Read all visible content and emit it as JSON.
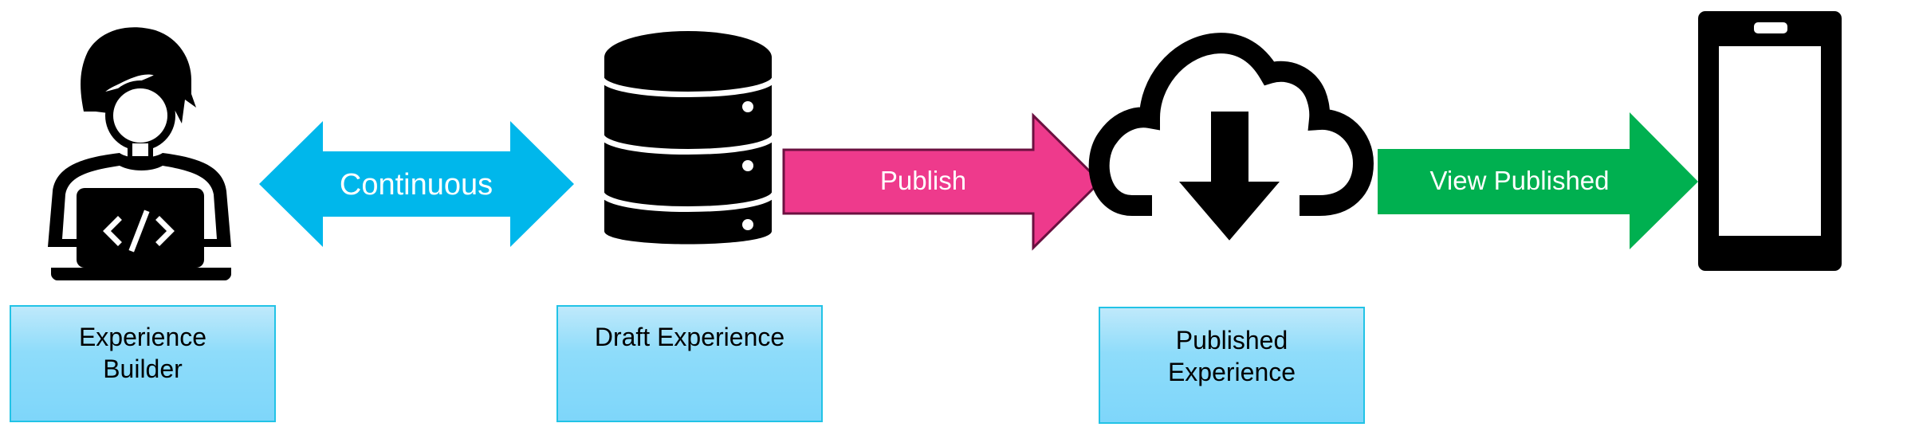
{
  "diagram": {
    "nodes": [
      {
        "id": "builder",
        "icon": "developer-laptop-icon",
        "caption_lines": [
          "Experience",
          "Builder"
        ]
      },
      {
        "id": "draft",
        "icon": "database-icon",
        "caption_lines": [
          "Draft Experience"
        ]
      },
      {
        "id": "published",
        "icon": "cloud-download-icon",
        "caption_lines": [
          "Published",
          "Experience"
        ]
      },
      {
        "id": "device",
        "icon": "mobile-phone-icon",
        "caption_lines": []
      }
    ],
    "edges": [
      {
        "from": "builder",
        "to": "draft",
        "label": "Continuous",
        "style": "double-arrow",
        "color": "#00b7eb"
      },
      {
        "from": "draft",
        "to": "published",
        "label": "Publish",
        "style": "arrow",
        "color": "#ee3a8c",
        "outline": "#6b1040"
      },
      {
        "from": "published",
        "to": "device",
        "label": "View Published",
        "style": "arrow",
        "color": "#00b050"
      }
    ]
  }
}
